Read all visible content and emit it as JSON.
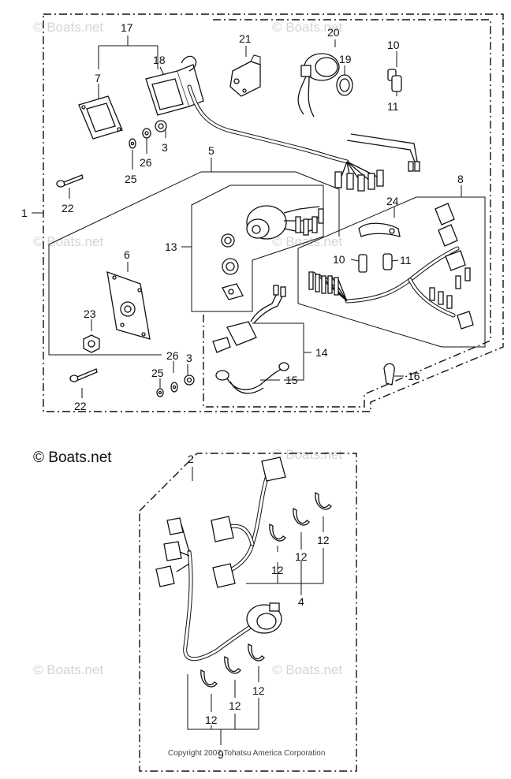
{
  "watermark": {
    "text": "© Boats.net"
  },
  "copyright": "Copyright 2007 Tohatsu America Corporation",
  "callouts": {
    "c1": "1",
    "c2": "2",
    "c3a": "3",
    "c3b": "3",
    "c4": "4",
    "c5": "5",
    "c6": "6",
    "c7": "7",
    "c8": "8",
    "c9": "9",
    "c10a": "10",
    "c10b": "10",
    "c11a": "11",
    "c11b": "11",
    "c12a": "12",
    "c12b": "12",
    "c12c": "12",
    "c12d": "12",
    "c12e": "12",
    "c12f": "12",
    "c13": "13",
    "c14": "14",
    "c15": "15",
    "c16": "16",
    "c17": "17",
    "c18": "18",
    "c19": "19",
    "c20": "20",
    "c21": "21",
    "c22a": "22",
    "c22b": "22",
    "c23": "23",
    "c24": "24",
    "c25a": "25",
    "c25b": "25",
    "c26a": "26",
    "c26b": "26"
  },
  "colors": {
    "line": "#111111",
    "watermark": "#d4d4d4",
    "background": "#ffffff"
  }
}
